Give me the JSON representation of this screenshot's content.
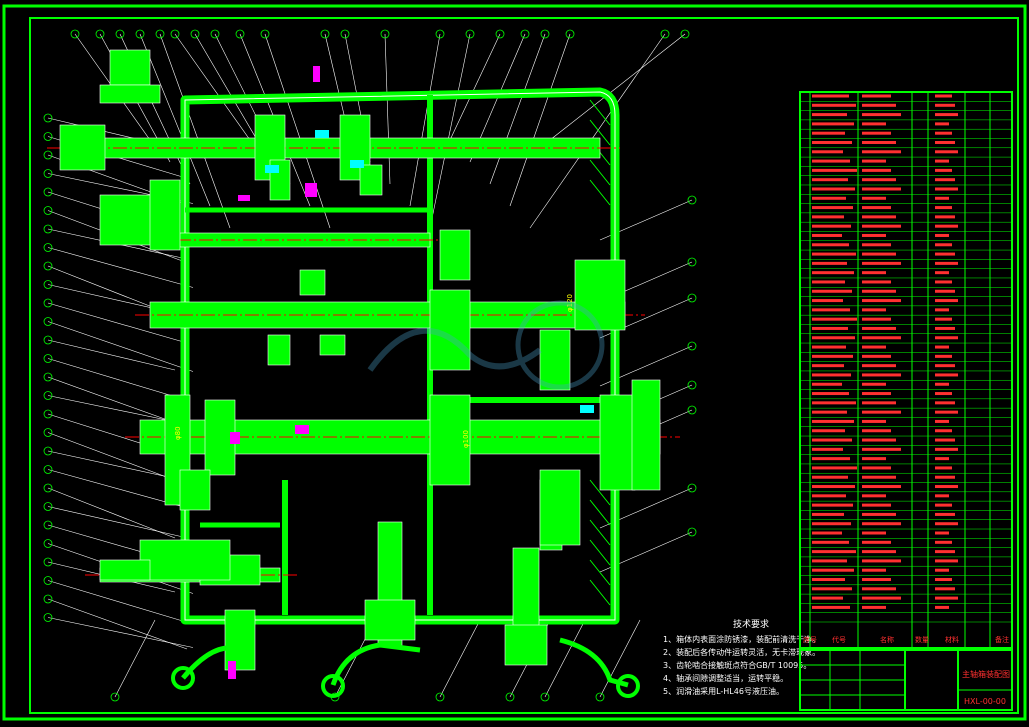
{
  "colors": {
    "background": "#000000",
    "frame": "#00ff00",
    "part_fill": "#00ff00",
    "part_edge": "#ffffff",
    "centerline": "#ff0000",
    "accent": "#ff00ff",
    "cyan": "#00ffff",
    "yellow": "#ffff00",
    "table_text": "#ff3030",
    "note_text": "#ffffff"
  },
  "technical_notes": {
    "heading": "技术要求",
    "items": [
      "1、箱体内表面涂防锈漆，装配前清洗干净。",
      "2、装配后各传动件运转灵活，无卡滞现象。",
      "3、齿轮啮合接触斑点符合GB/T 10095。",
      "4、轴承间隙调整适当，运转平稳。",
      "5、润滑油采用L-HL46号液压油。"
    ]
  },
  "parts_table": {
    "header": [
      "序号",
      "代号",
      "名称",
      "数量",
      "材料",
      "备注"
    ],
    "rows": 56
  },
  "title_block": {
    "drawing_title": "主轴箱装配图",
    "drawing_number": "HXL-00-00"
  },
  "dimensions": [
    "φ80",
    "φ100",
    "φ120"
  ]
}
